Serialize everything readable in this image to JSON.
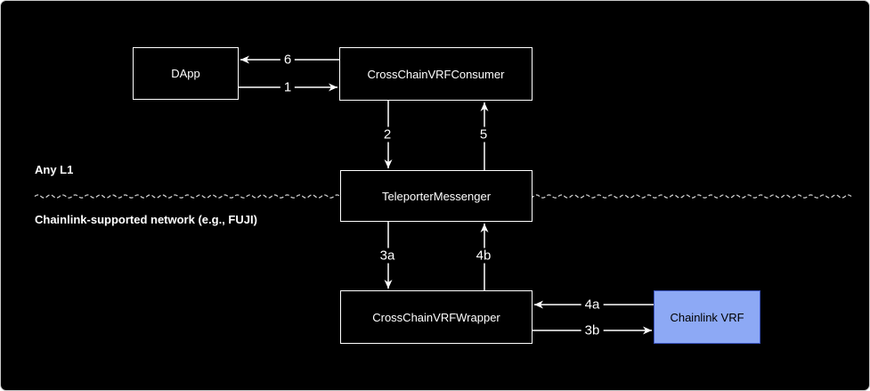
{
  "diagram": {
    "nodes": {
      "dapp": {
        "label": "DApp"
      },
      "consumer": {
        "label": "CrossChainVRFConsumer"
      },
      "teleporter": {
        "label": "TeleporterMessenger"
      },
      "wrapper": {
        "label": "CrossChainVRFWrapper"
      },
      "chainlink": {
        "label": "Chainlink VRF"
      }
    },
    "edges": {
      "e1": {
        "label": "1",
        "from": "DApp",
        "to": "CrossChainVRFConsumer"
      },
      "e2": {
        "label": "2",
        "from": "CrossChainVRFConsumer",
        "to": "TeleporterMessenger"
      },
      "e3a": {
        "label": "3a",
        "from": "TeleporterMessenger",
        "to": "CrossChainVRFWrapper"
      },
      "e3b": {
        "label": "3b",
        "from": "CrossChainVRFWrapper",
        "to": "Chainlink VRF"
      },
      "e4a": {
        "label": "4a",
        "from": "Chainlink VRF",
        "to": "CrossChainVRFWrapper"
      },
      "e4b": {
        "label": "4b",
        "from": "CrossChainVRFWrapper",
        "to": "TeleporterMessenger"
      },
      "e5": {
        "label": "5",
        "from": "TeleporterMessenger",
        "to": "CrossChainVRFConsumer"
      },
      "e6": {
        "label": "6",
        "from": "CrossChainVRFConsumer",
        "to": "DApp"
      }
    },
    "regions": {
      "top": {
        "label": "Any L1"
      },
      "bottom": {
        "label": "Chainlink-supported network (e.g., FUJI)"
      }
    },
    "colors": {
      "canvas_background": "#000000",
      "node_fill": "#000000",
      "node_border": "#ffffff",
      "node_text": "#ffffff",
      "chainlink_fill": "#8DA9F5",
      "chainlink_border": "#3B55C0",
      "chainlink_text": "#000000",
      "arrow": "#ffffff",
      "divider": "#cccccc"
    }
  }
}
